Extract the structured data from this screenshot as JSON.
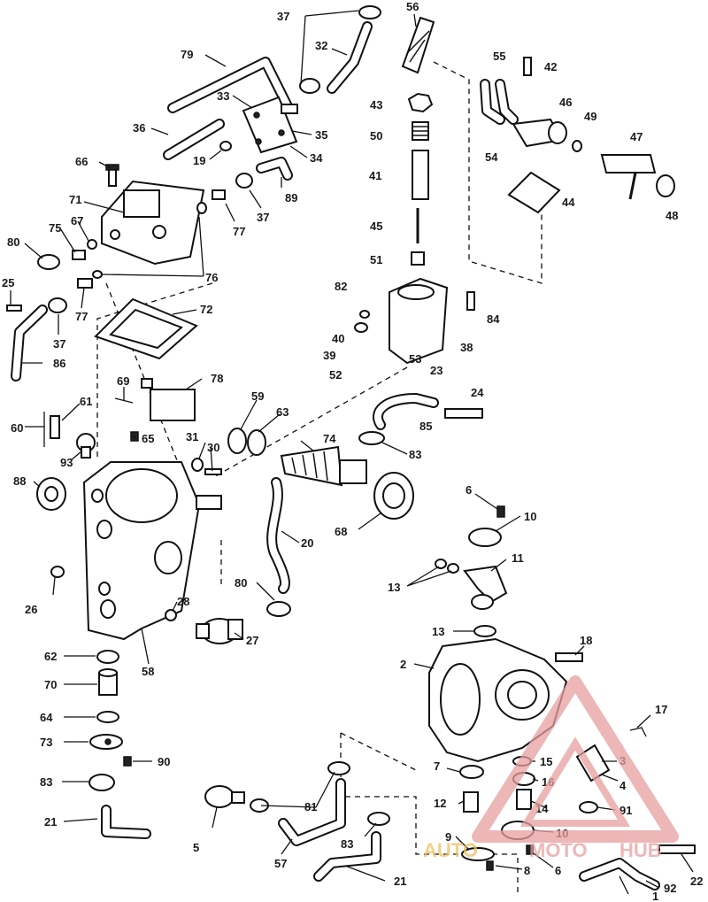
{
  "labels": {
    "l1": "1",
    "l2": "2",
    "l3": "3",
    "l4": "4",
    "l5": "5",
    "l6a": "6",
    "l6b": "6",
    "l7": "7",
    "l8": "8",
    "l9": "9",
    "l10a": "10",
    "l10b": "10",
    "l11": "11",
    "l12": "12",
    "l13a": "13",
    "l13b": "13",
    "l14": "14",
    "l15": "15",
    "l16": "16",
    "l17": "17",
    "l18": "18",
    "l19": "19",
    "l20": "20",
    "l21a": "21",
    "l21b": "21",
    "l22": "22",
    "l23": "23",
    "l24": "24",
    "l25": "25",
    "l26": "26",
    "l27": "27",
    "l28": "28",
    "l30": "30",
    "l31": "31",
    "l32": "32",
    "l33": "33",
    "l34": "34",
    "l35": "35",
    "l36": "36",
    "l37a": "37",
    "l37b": "37",
    "l37c": "37",
    "l38": "38",
    "l39": "39",
    "l40": "40",
    "l41": "41",
    "l42": "42",
    "l43": "43",
    "l44": "44",
    "l45": "45",
    "l46": "46",
    "l47": "47",
    "l48": "48",
    "l49": "49",
    "l50": "50",
    "l51": "51",
    "l52": "52",
    "l53": "53",
    "l54": "54",
    "l55": "55",
    "l56": "56",
    "l57": "57",
    "l58": "58",
    "l59": "59",
    "l60": "60",
    "l61": "61",
    "l62": "62",
    "l63": "63",
    "l64": "64",
    "l65": "65",
    "l66": "66",
    "l67": "67",
    "l68": "68",
    "l69": "69",
    "l70": "70",
    "l71": "71",
    "l72": "72",
    "l73": "73",
    "l74": "74",
    "l75": "75",
    "l76": "76",
    "l77a": "77",
    "l77b": "77",
    "l78": "78",
    "l79": "79",
    "l80a": "80",
    "l80b": "80",
    "l81": "81",
    "l82": "82",
    "l83a": "83",
    "l83b": "83",
    "l83c": "83",
    "l84": "84",
    "l85": "85",
    "l86": "86",
    "l88": "88",
    "l89": "89",
    "l90": "90",
    "l91": "91",
    "l92": "92",
    "l93": "93"
  },
  "watermark": {
    "word1": "AUTO",
    "word2": "MOTO",
    "word3": "HUB",
    "color_primary": "#e8a0a0",
    "color_accent": "#f0c060"
  }
}
